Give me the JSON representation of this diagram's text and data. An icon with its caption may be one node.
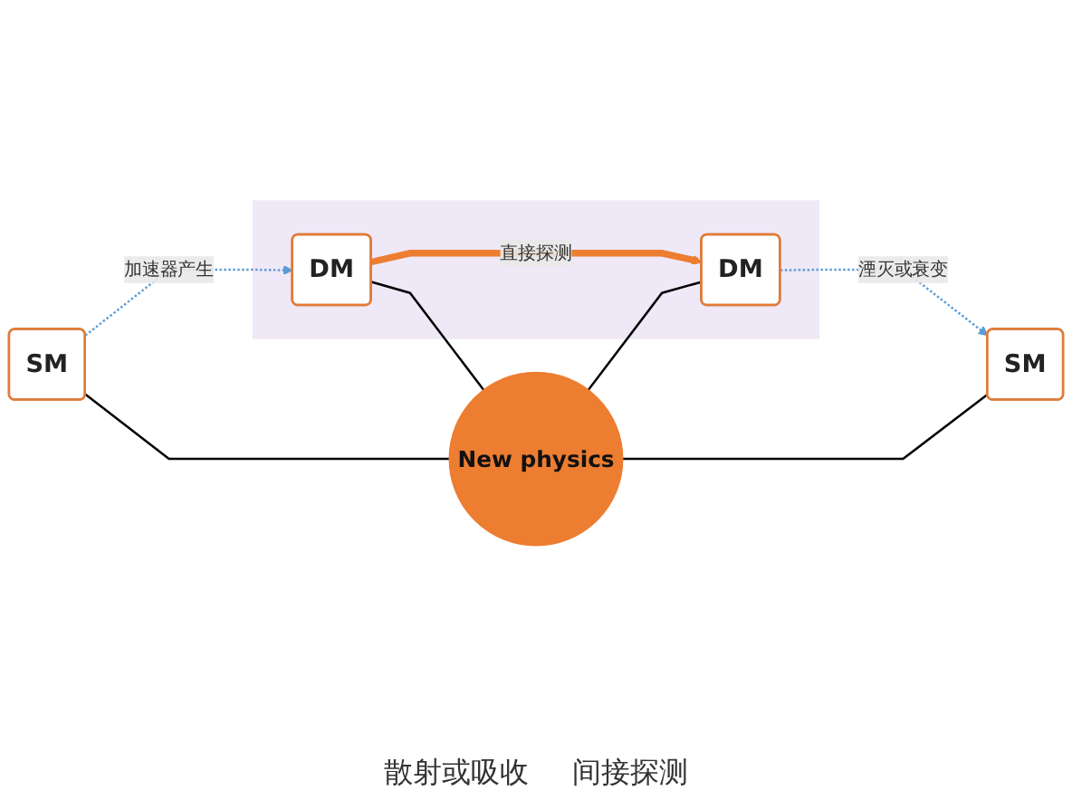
{
  "diagram": {
    "nodes": [
      {
        "text": [
          "SM"
        ]
      },
      {
        "text": [],
        "shape": "band"
      },
      {
        "text": [
          "DM"
        ],
        "in": 1
      },
      {
        "text": [
          "New physics"
        ]
      },
      {
        "text": [
          "SM"
        ]
      },
      {
        "text": [
          "DM"
        ],
        "in": 1
      }
    ],
    "edges": [
      {
        "from": 0,
        "to": 2,
        "arrow": "to",
        "label": "加速器产生",
        "style": "dashed",
        "color": "#5b9bd5"
      },
      {
        "from": 2,
        "to": 5,
        "arrow": "to",
        "label": "直接探测",
        "style": "thick",
        "color": "#ed7d31"
      },
      {
        "from": 0,
        "to": 3,
        "arrow": "none"
      },
      {
        "from": 2,
        "to": 3,
        "arrow": "none"
      },
      {
        "from": 3,
        "to": 4,
        "arrow": "none"
      },
      {
        "from": 3,
        "to": 5,
        "arrow": "none"
      },
      {
        "from": 5,
        "to": 4,
        "arrow": "to",
        "label": "湮灭或衰变",
        "style": "dashed",
        "color": "#5b9bd5"
      }
    ],
    "labels": [
      "散射或吸收",
      "间接探测"
    ]
  }
}
